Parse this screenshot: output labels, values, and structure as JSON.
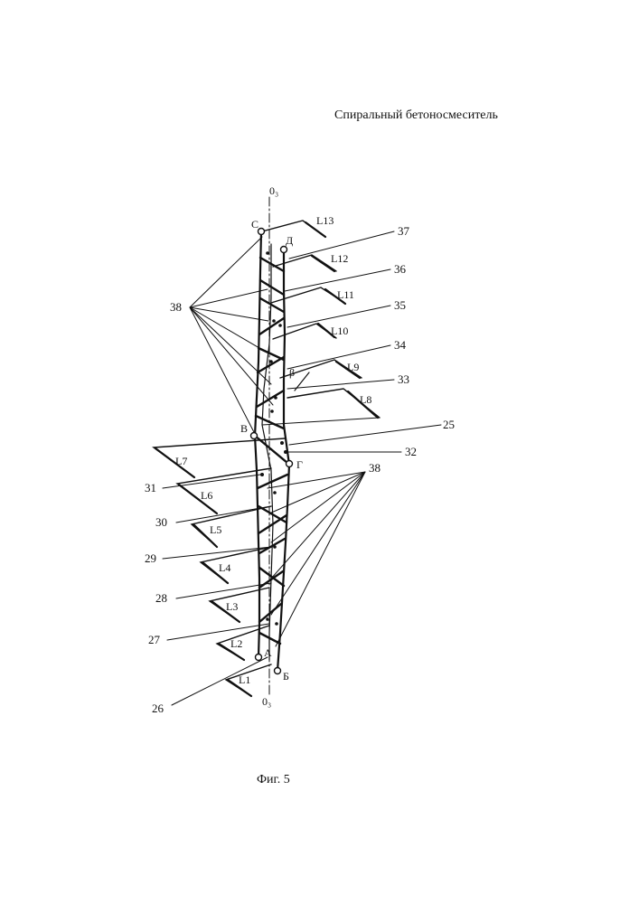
{
  "title": "Спиральный бетоносмеситель",
  "caption": "Фиг. 5",
  "axis_label_top": "0₃",
  "axis_label_bottom": "0₃",
  "points": {
    "A": "А",
    "B": "Б",
    "V": "В",
    "G": "Г",
    "C": "С",
    "D": "Д"
  },
  "angle_label": "β",
  "segment_labels": [
    "L1",
    "L2",
    "L3",
    "L4",
    "L5",
    "L6",
    "L7",
    "L8",
    "L9",
    "L10",
    "L11",
    "L12",
    "L13"
  ],
  "ref_numbers": {
    "n25": "25",
    "n26": "26",
    "n27": "27",
    "n28": "28",
    "n29": "29",
    "n30": "30",
    "n31": "31",
    "n32": "32",
    "n33": "33",
    "n34": "34",
    "n35": "35",
    "n36": "36",
    "n37": "37",
    "n38_upper": "38",
    "n38_lower": "38"
  }
}
